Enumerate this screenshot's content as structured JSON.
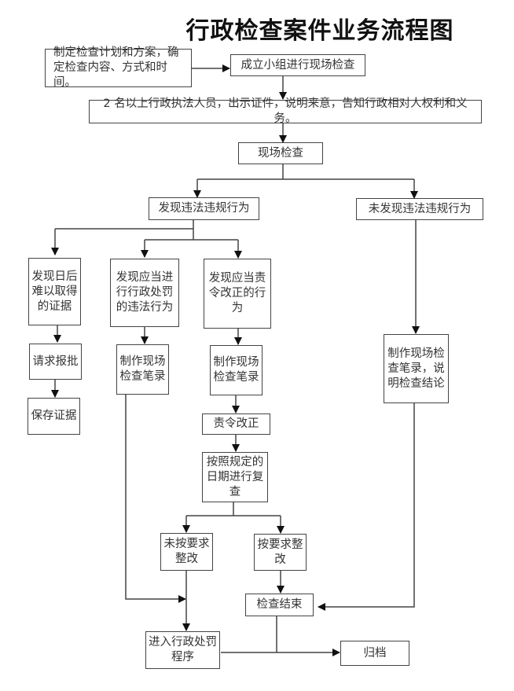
{
  "title": "行政检查案件业务流程图",
  "nodes": {
    "plan": "制定检查计划和方案，确定检查内容、方式和时间。",
    "form_team": "成立小组进行现场检查",
    "show_credentials": "2 名以上行政执法人员，出示证件，说明来意，告知行政相对人权利和义务。",
    "onsite_inspection": "现场检查",
    "violation_found": "发现违法违规行为",
    "no_violation_found": "未发现违法违规行为",
    "hard_evidence": "发现日后难以取得的证据",
    "penalty_violation": "发现应当进行行政处罚的违法行为",
    "rectify_violation": "发现应当责令改正的行为",
    "request_approval": "请求报批",
    "preserve_evidence": "保存证据",
    "record_penalty": "制作现场检查笔录",
    "record_rectify": "制作现场检查笔录",
    "order_rectify": "责令改正",
    "recheck": "按照规定的日期进行复查",
    "not_rectified": "未按要求整改",
    "rectified": "按要求整改",
    "record_conclusion": "制作现场检查笔录，说明检查结论",
    "inspection_end": "检查结束",
    "penalty_procedure": "进入行政处罚程序",
    "archive": "归档"
  }
}
